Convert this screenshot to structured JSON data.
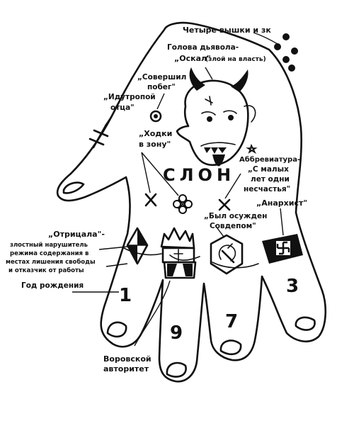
{
  "labels": {
    "four_towers": "Четыре вышки и зк",
    "devil_head_line1": "Голова дьявола-",
    "devil_head_line2": "„Оскал\"",
    "devil_head_line3": "(злой на власть)",
    "escape_line1": "„Совершил",
    "escape_line2": "побег\"",
    "father_path_line1": "„Идутропой",
    "father_path_line2": "отца\"",
    "zone_walks_line1": "„Ходки",
    "zone_walks_line2": "в зону\"",
    "slon": "СЛОН",
    "abbrev_line1": "Аббревиатура-",
    "abbrev_line2": "„С малых",
    "abbrev_line3": "лет одни",
    "abbrev_line4": "несчастья\"",
    "anarchist": "„Анархист\"",
    "soviet_line1": "„Был осужден",
    "soviet_line2": "Совдепом\"",
    "refuser_line1": "„Отрицала\"-",
    "refuser_line2": "злостный нарушитель",
    "refuser_line3": "режима содержания в",
    "refuser_line4": "местах лишения свободы",
    "refuser_line5": "и отказчик от работы",
    "birth_year": "Год рождения",
    "thief_authority_line1": "Воровской",
    "thief_authority_line2": "авторитет"
  },
  "digits": {
    "d1": "1",
    "d2": "9",
    "d3": "7",
    "d4": "3"
  }
}
